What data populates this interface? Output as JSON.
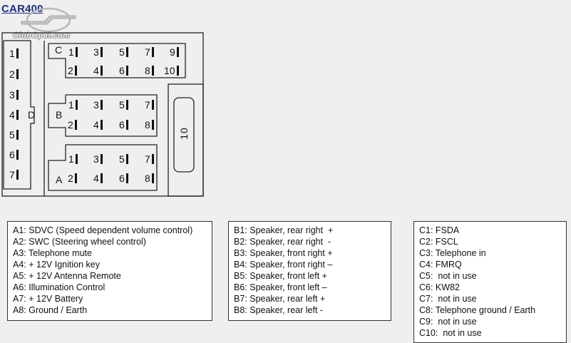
{
  "title": "CAR400",
  "logo": {
    "text": "ClubOpel.com",
    "icon": "opel-blitz-logo"
  },
  "diagram": {
    "connector_d": {
      "label": "D",
      "pins": [
        "1",
        "2",
        "3",
        "4",
        "5",
        "6",
        "7"
      ]
    },
    "connector_c": {
      "label": "C",
      "top_pins": [
        "1",
        "3",
        "5",
        "7",
        "9"
      ],
      "bottom_pins": [
        "2",
        "4",
        "6",
        "8",
        "10"
      ]
    },
    "connector_b": {
      "label": "B",
      "top_pins": [
        "1",
        "3",
        "5",
        "7"
      ],
      "bottom_pins": [
        "2",
        "4",
        "6",
        "8"
      ]
    },
    "connector_a": {
      "label": "A",
      "top_pins": [
        "1",
        "3",
        "5",
        "7"
      ],
      "bottom_pins": [
        "2",
        "4",
        "6",
        "8"
      ]
    },
    "fuse": {
      "label": "10"
    }
  },
  "legend_a": [
    "A1: SDVC (Speed dependent volume control)",
    "A2: SWC (Steering wheel control)",
    "A3: Telephone mute",
    "A4: + 12V Ignition key",
    "A5: + 12V Antenna Remote",
    "A6: Illumination Control",
    "A7: + 12V Battery",
    "A8: Ground / Earth"
  ],
  "legend_b": [
    "B1: Speaker, rear right  +",
    "B2: Speaker, rear right  -",
    "B3: Speaker, front right +",
    "B4: Speaker, front right –",
    "B5: Speaker, front left +",
    "B6: Speaker, front left –",
    "B7: Speaker, rear left +",
    "B8: Speaker, rear left -"
  ],
  "legend_c": [
    "C1: FSDA",
    "C2: FSCL",
    "C3: Telephone in",
    "C4: FMRQ",
    "C5:  not in use",
    "C6: KW82",
    "C7:  not in use",
    "C8: Telephone ground / Earth",
    "C9:  not in use",
    "C10:  not in use"
  ]
}
